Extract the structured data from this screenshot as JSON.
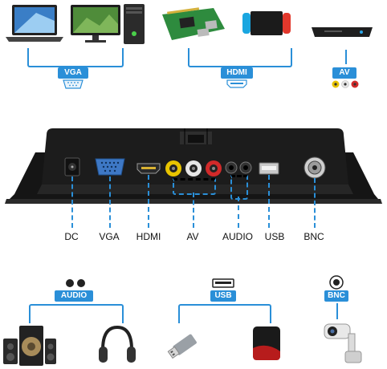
{
  "top_groups": {
    "vga_label": "VGA",
    "hdmi_label": "HDMI",
    "av_label": "AV"
  },
  "ports": {
    "dc": "DC",
    "vga": "VGA",
    "hdmi": "HDMI",
    "av": "AV",
    "audio": "AUDIO",
    "usb": "USB",
    "bnc": "BNC"
  },
  "bottom_groups": {
    "audio_label": "AUDIO",
    "usb_label": "USB",
    "bnc_label": "BNC"
  },
  "colors": {
    "accent": "#2a8fd8",
    "panel": "#1b1b1b",
    "av_yellow": "#e8c400",
    "av_white": "#e6e6e6",
    "av_red": "#d12a2a"
  }
}
